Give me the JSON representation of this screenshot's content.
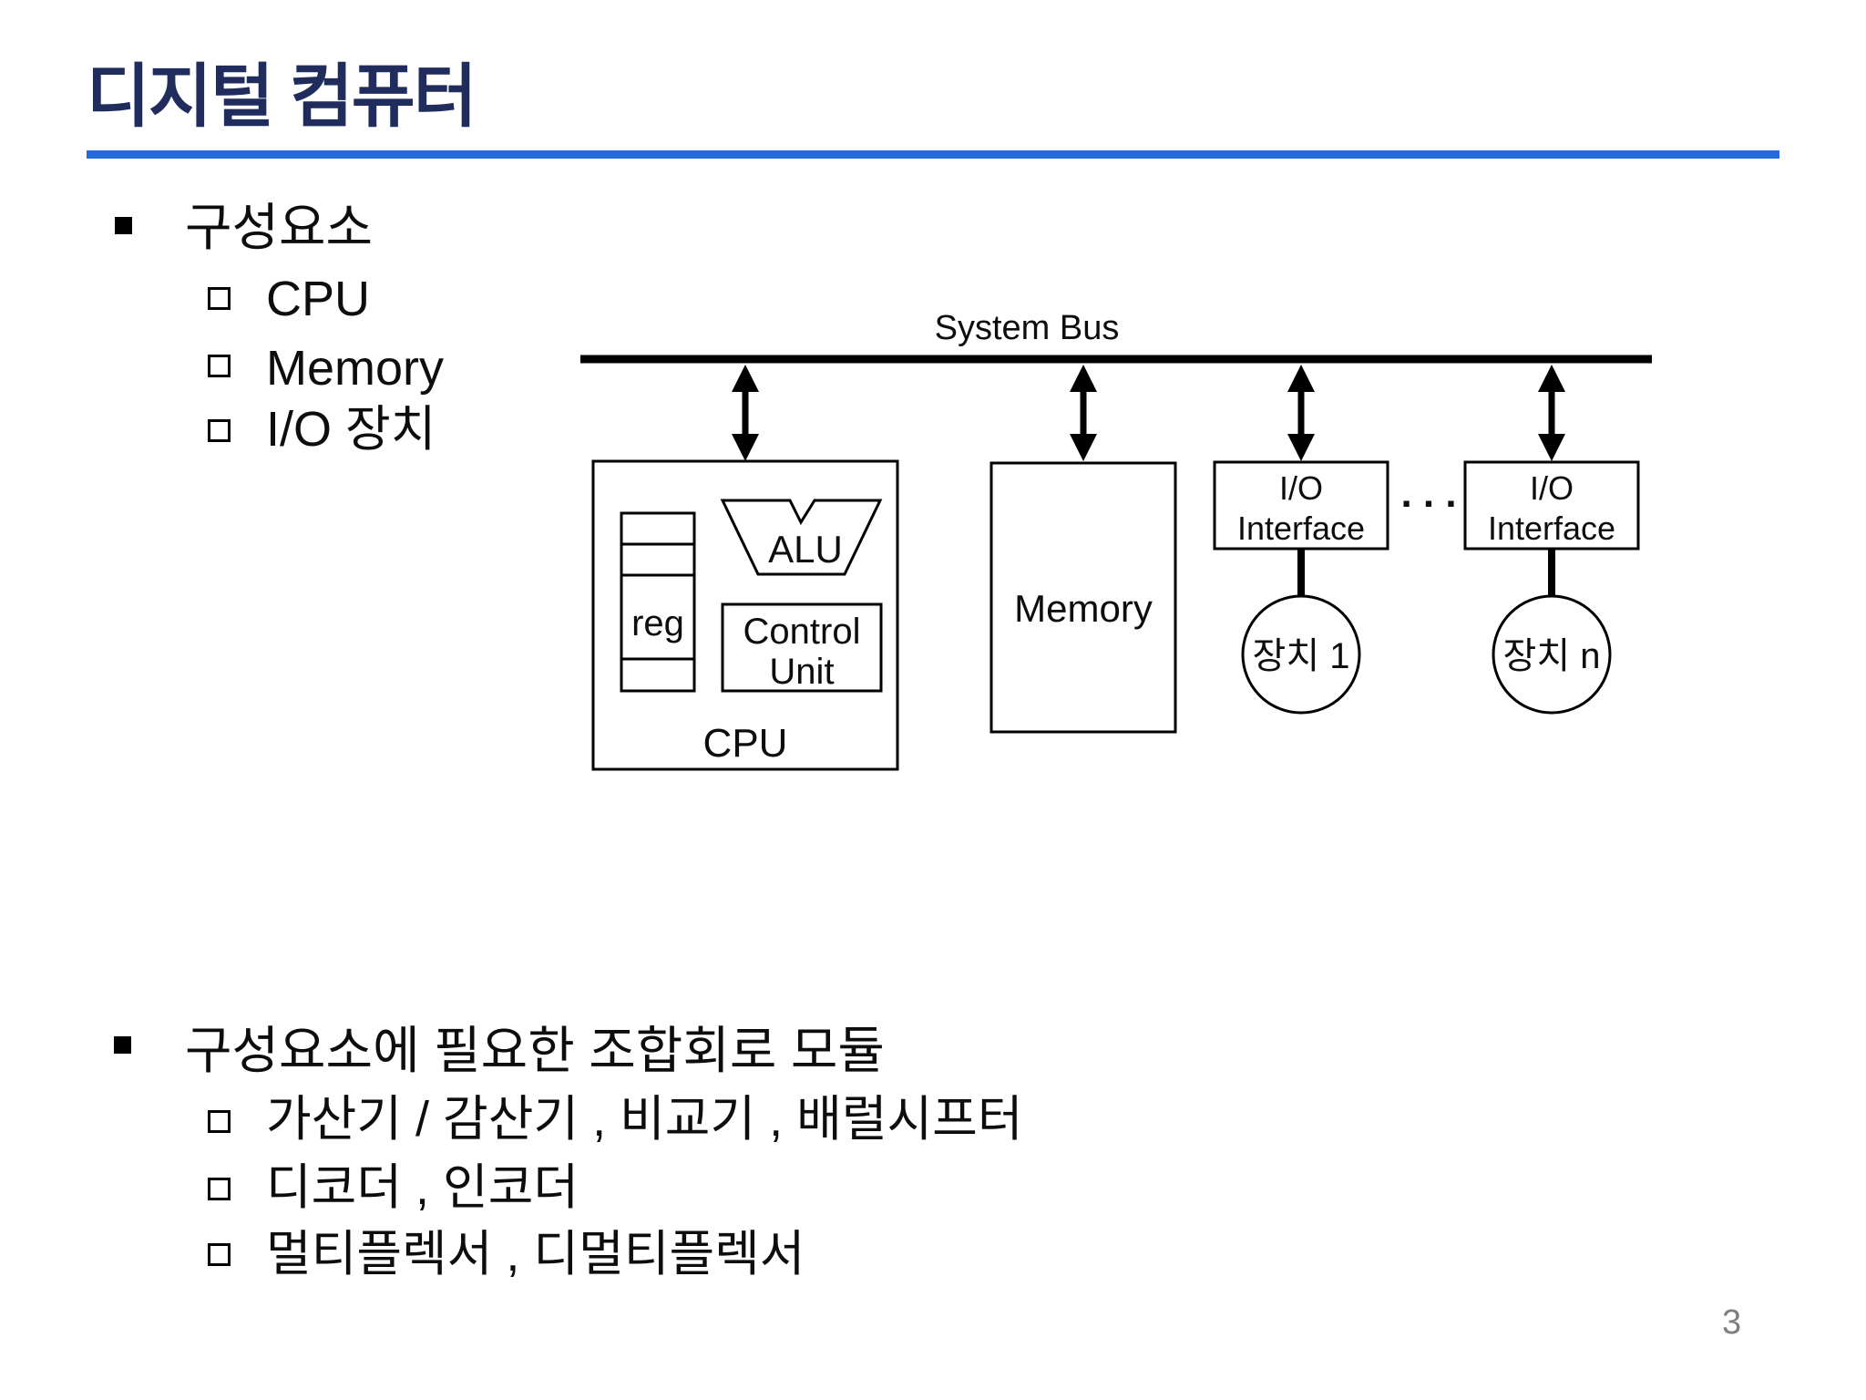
{
  "title": {
    "text": "디지털 컴퓨터"
  },
  "colors": {
    "title_text": "#202d5c",
    "rule": "#2269e3",
    "body_text": "#0d0d0d",
    "page_number": "#7f7f7f"
  },
  "section1": {
    "heading": "구성요소",
    "items": [
      {
        "label": "CPU"
      },
      {
        "label": "Memory"
      },
      {
        "label": "I/O 장치"
      }
    ]
  },
  "diagram": {
    "bus_label": "System Bus",
    "cpu": {
      "label": "CPU",
      "reg_label": "reg",
      "alu_label": "ALU",
      "control_line1": "Control",
      "control_line2": "Unit"
    },
    "memory_label": "Memory",
    "io1": {
      "line1": "I/O",
      "line2": "Interface"
    },
    "io2": {
      "line1": "I/O",
      "line2": "Interface"
    },
    "dots": ". . .",
    "device1": "장치 1",
    "device2": "장치 n"
  },
  "section2": {
    "heading": "구성요소에 필요한 조합회로 모듈",
    "items": [
      {
        "label": "가산기 / 감산기 , 비교기 , 배럴시프터"
      },
      {
        "label": "디코더 , 인코더"
      },
      {
        "label": "멀티플렉서 , 디멀티플렉서"
      }
    ]
  },
  "page": {
    "number": "3"
  }
}
